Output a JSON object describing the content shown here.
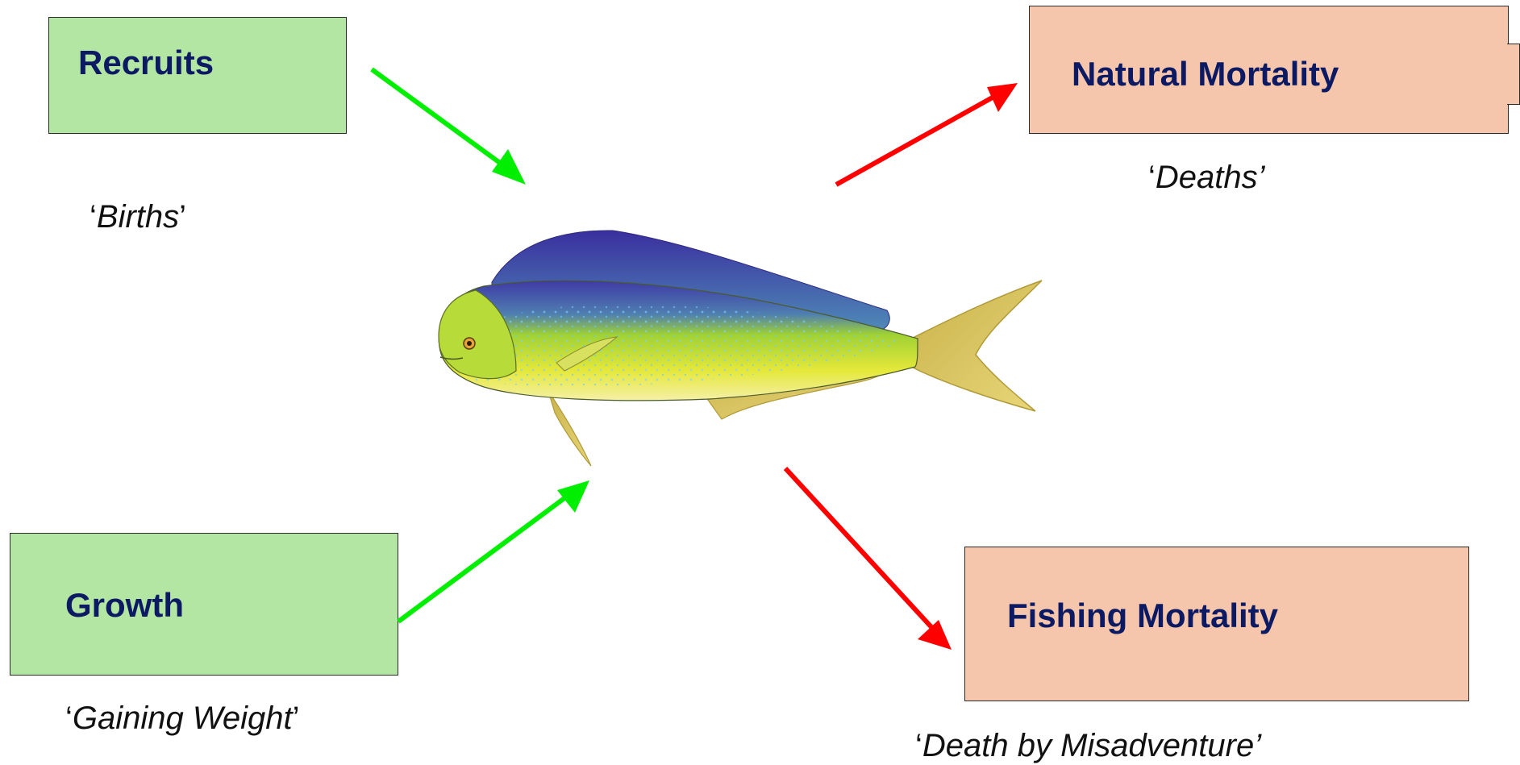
{
  "boxes": {
    "recruits": {
      "label": "Recruits",
      "caption_open": "‘",
      "caption_word": "Births",
      "caption_close": "’"
    },
    "growth": {
      "label": "Growth",
      "caption_open": "‘",
      "caption_word": "Gaining Weight",
      "caption_close": "’"
    },
    "natural": {
      "label": "Natural Mortality",
      "caption_open": "‘",
      "caption_word": "Deaths’",
      "caption_close": ""
    },
    "fishing": {
      "label": "Fishing Mortality",
      "caption_open": "‘",
      "caption_word": "Death by Misadventure’",
      "caption_close": ""
    }
  },
  "colors": {
    "gain_arrow": "#00ee00",
    "loss_arrow": "#ff0000",
    "gain_box": "#b3e5a3",
    "loss_box": "#f5c6ab",
    "label_text": "#0c1a63"
  },
  "image": {
    "subject": "fish-illustration"
  }
}
